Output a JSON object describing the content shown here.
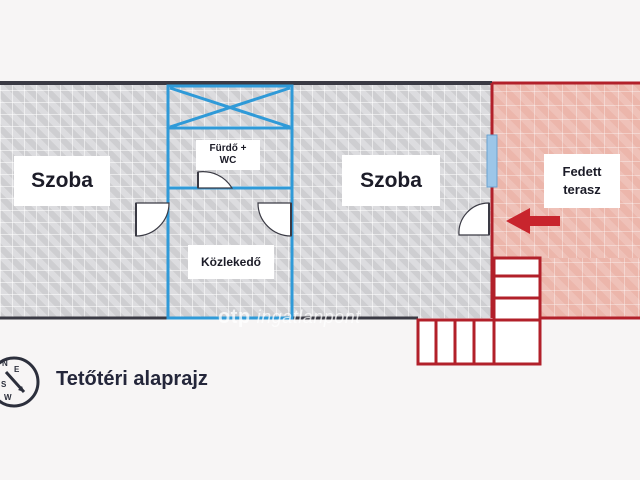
{
  "rooms": {
    "room_left": "Szoba",
    "bathroom": "Fürdő +\nWC",
    "corridor": "Közlekedő",
    "room_right": "Szoba",
    "terrace": "Fedett\nterasz"
  },
  "watermark": {
    "brand": "otp",
    "text": "ingatlanpont"
  },
  "footer": {
    "title": "Tetőtéri alaprajz"
  },
  "compass": {
    "n": "N",
    "e": "E",
    "s": "S",
    "w": "W"
  },
  "colors": {
    "wall": "#3a3a44",
    "blue_wall": "#2f9ad8",
    "terrace_border": "#b2202a",
    "arrow": "#c8252d",
    "window": "#9cc6e8"
  }
}
